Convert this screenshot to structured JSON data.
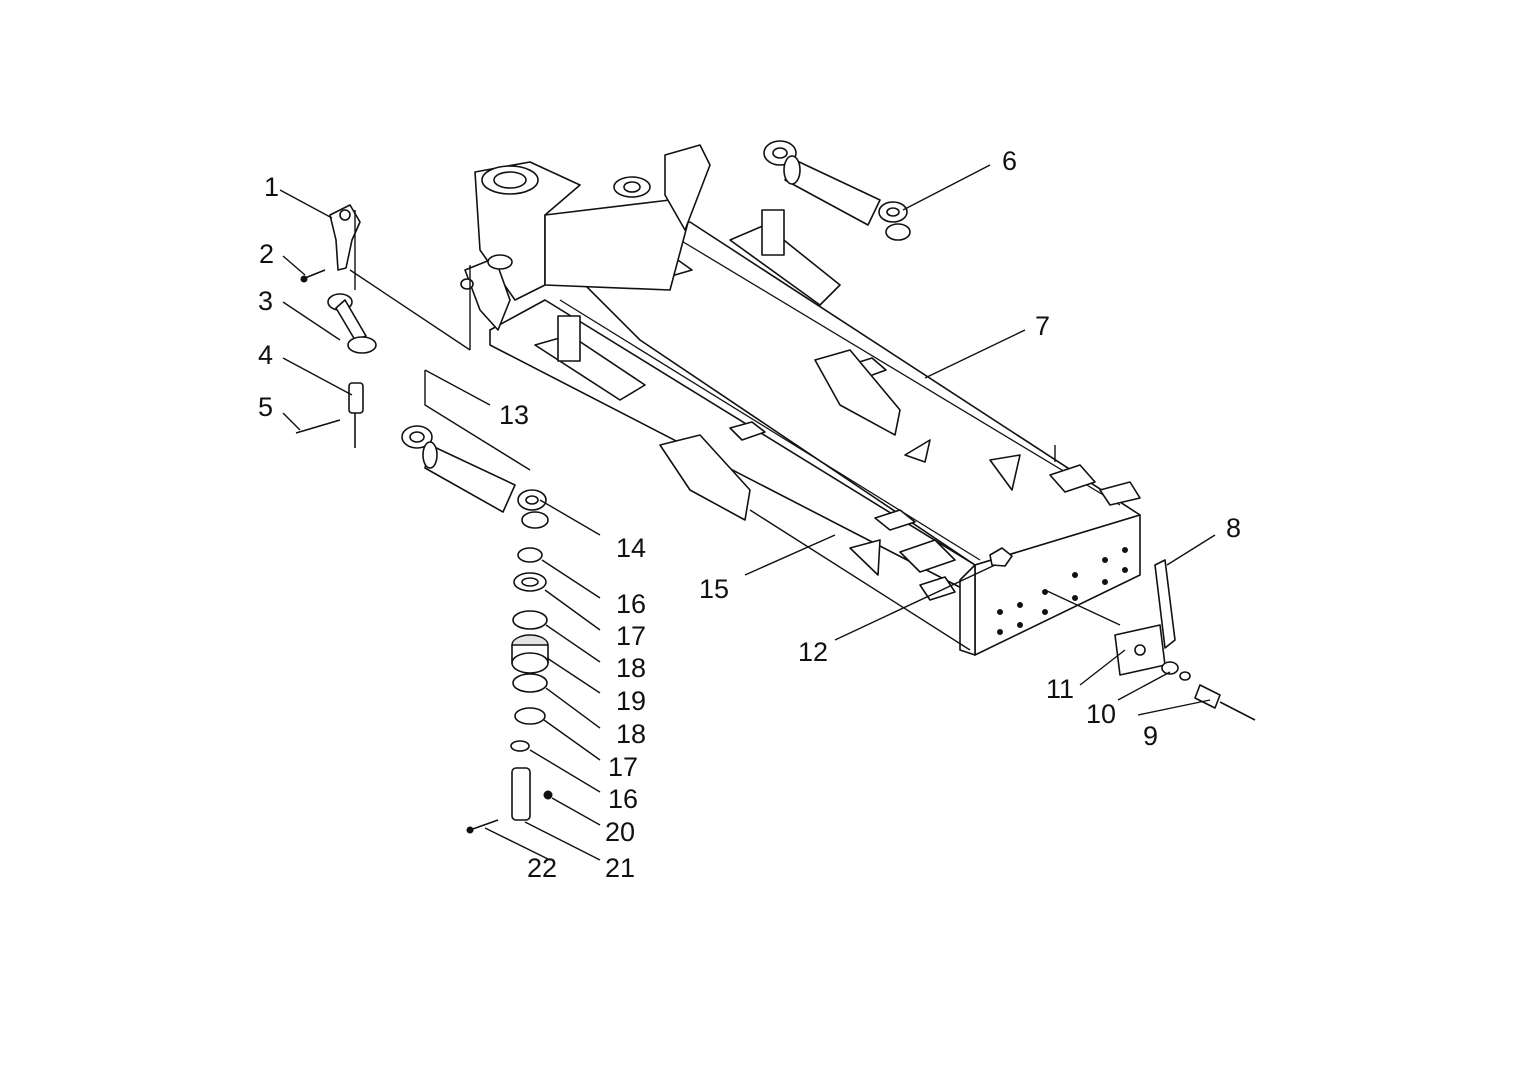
{
  "callouts": {
    "c1": "1",
    "c2": "2",
    "c3": "3",
    "c4": "4",
    "c5": "5",
    "c6": "6",
    "c7": "7",
    "c8": "8",
    "c9": "9",
    "c10": "10",
    "c11": "11",
    "c12": "12",
    "c13": "13",
    "c14": "14",
    "c15": "15",
    "c16a": "16",
    "c17a": "17",
    "c18a": "18",
    "c19": "19",
    "c18b": "18",
    "c17b": "17",
    "c16b": "16",
    "c20": "20",
    "c21": "21",
    "c22": "22"
  },
  "colors": {
    "line": "#111111",
    "paper": "#ffffff"
  }
}
